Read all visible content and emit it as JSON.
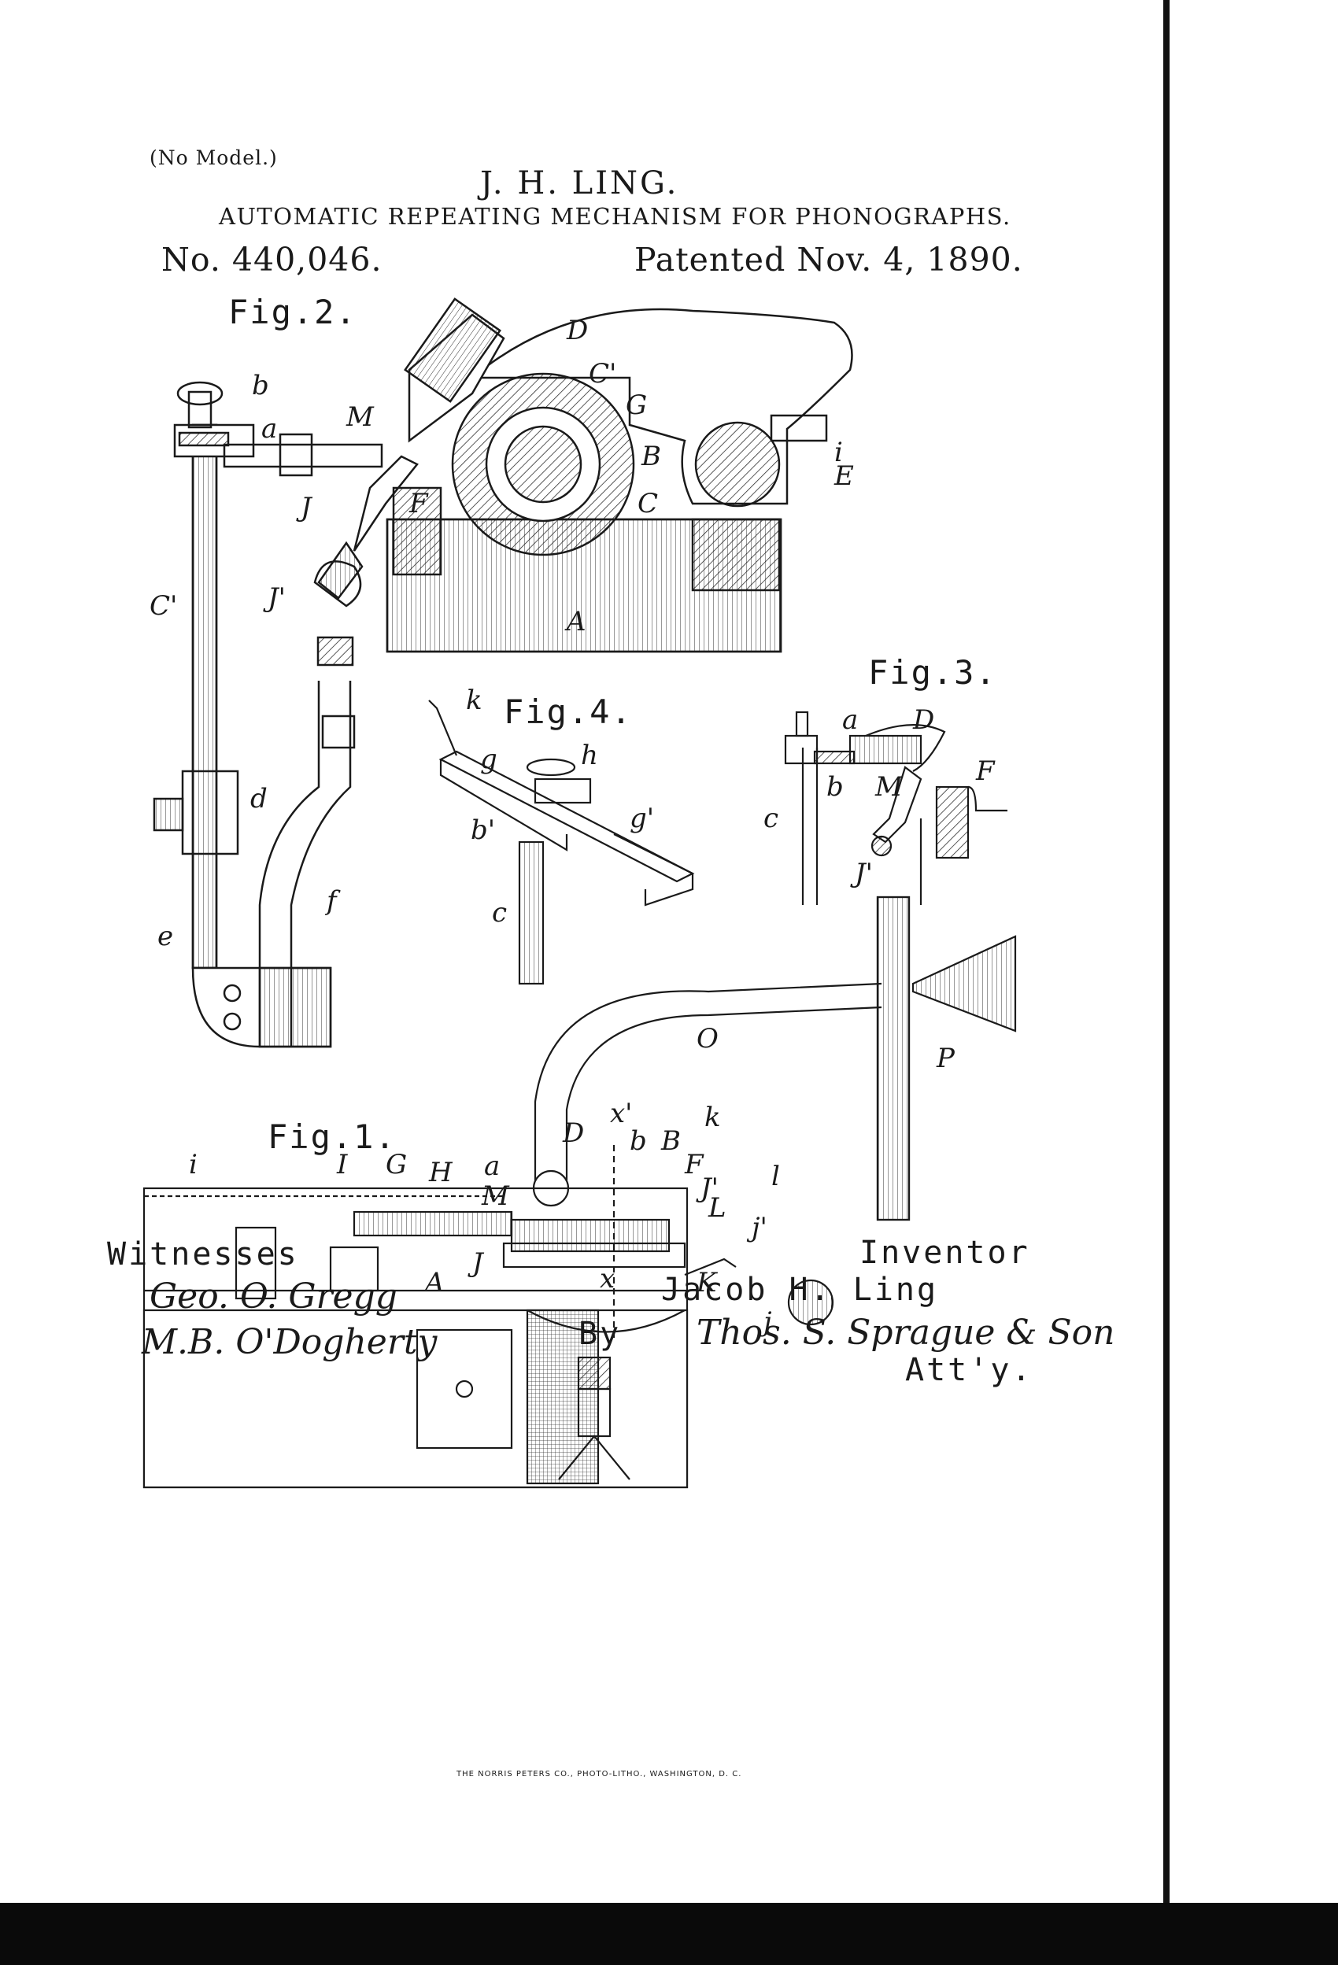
{
  "header": {
    "no_model": "(No Model.)",
    "inventor": "J. H. LING.",
    "title": "AUTOMATIC REPEATING MECHANISM FOR PHONOGRAPHS.",
    "patent_number": "No. 440,046.",
    "patent_date": "Patented Nov. 4, 1890."
  },
  "figures": {
    "fig1": "Fig.1.",
    "fig2": "Fig.2.",
    "fig3": "Fig.3.",
    "fig4": "Fig.4."
  },
  "labels": {
    "fig2": [
      "b",
      "a",
      "M",
      "D",
      "C'",
      "G",
      "B",
      "i",
      "E",
      "J",
      "F",
      "C",
      "J'",
      "A",
      "C'",
      "d",
      "e",
      "f"
    ],
    "fig3": [
      "a",
      "D",
      "M",
      "b",
      "F",
      "c",
      "J'"
    ],
    "fig4": [
      "k",
      "g",
      "h",
      "b'",
      "g'",
      "c"
    ],
    "fig1": [
      "i",
      "I",
      "G",
      "H",
      "a",
      "M",
      "D",
      "x'",
      "b",
      "B",
      "k",
      "F",
      "J'",
      "L",
      "l",
      "j'",
      "J",
      "A",
      "K",
      "j",
      "O",
      "P",
      "x"
    ]
  },
  "signatures": {
    "witnesses_label": "Witnesses",
    "witness_1": "Geo. O. Gregg",
    "witness_2": "M.B. O'Dogherty",
    "inventor_label": "Inventor",
    "inventor_signature": "Jacob H. Ling",
    "by_label": "By",
    "attorney_signature": "Thos. S. Sprague & Son",
    "atty_label": "Att'y."
  },
  "footer": {
    "printer": "THE NORRIS PETERS CO., PHOTO-LITHO., WASHINGTON, D. C."
  }
}
